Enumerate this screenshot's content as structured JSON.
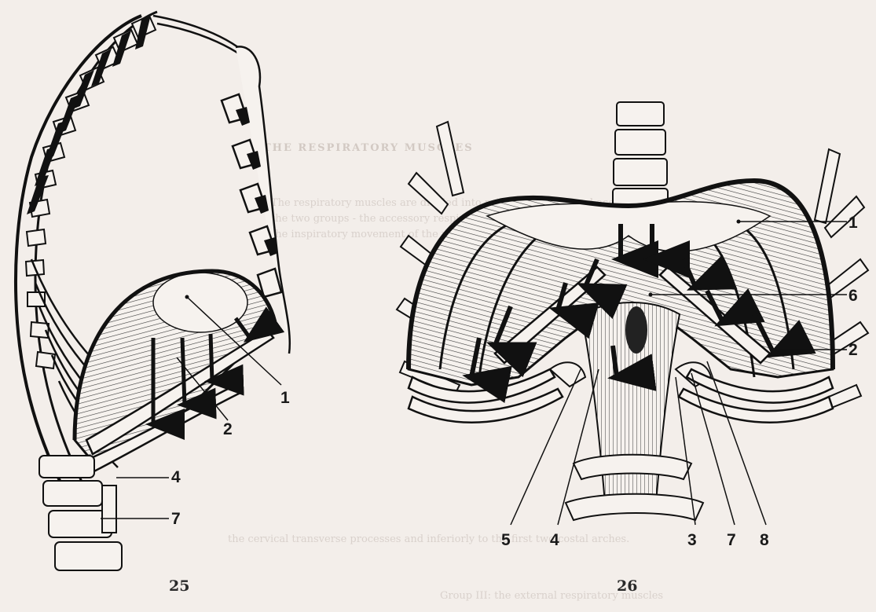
{
  "figures": [
    {
      "caption": "25",
      "labels": [
        "1",
        "2",
        "4",
        "7"
      ]
    },
    {
      "caption": "26",
      "labels": [
        "1",
        "6",
        "2",
        "5",
        "4",
        "3",
        "7",
        "8"
      ]
    }
  ],
  "background_text": {
    "heading": "THE RESPIRATORY MUSCLES",
    "lines": [
      "The respiratory muscles are divided into primary muscles and accessory muscles.",
      "the two groups - the accessory respiratory muscles which assist the diaphragm",
      "the inspiratory movement of the rib cage.",
      "the cervical transverse processes and inferiorly to the first two costal arches.",
      "Group III: the external respiratory muscles"
    ]
  },
  "colors": {
    "paper": "#f3eeea",
    "ink": "#1a1a1a"
  }
}
